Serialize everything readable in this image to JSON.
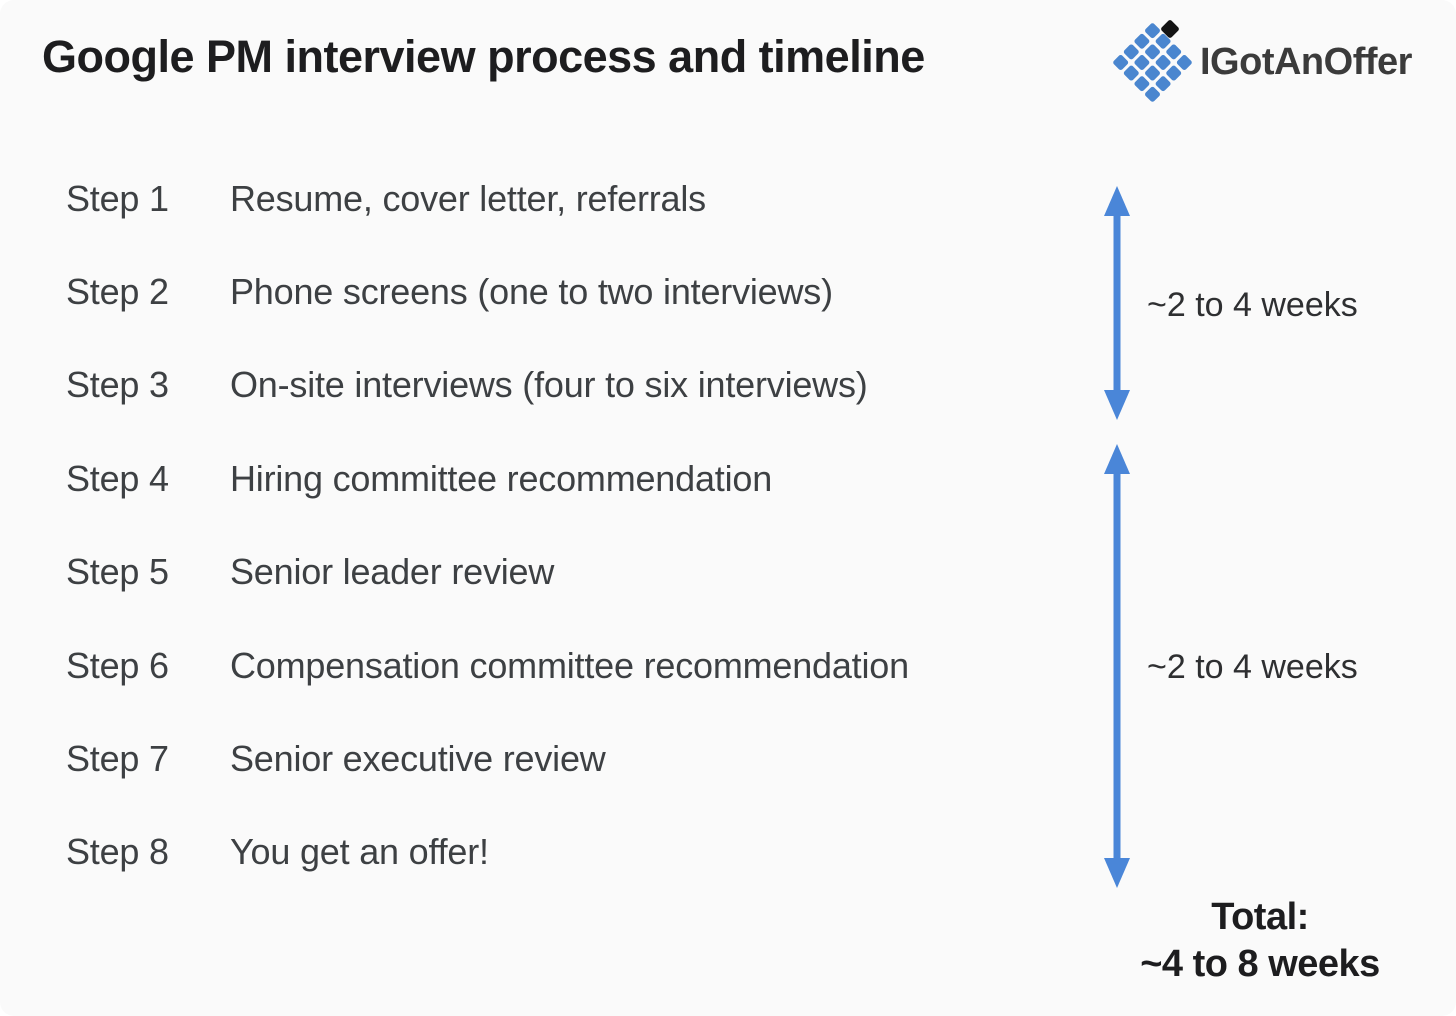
{
  "header": {
    "title": "Google PM interview process and timeline"
  },
  "logo": {
    "brand": "IGotAnOffer",
    "mark": "blue-diamond-grid-icon"
  },
  "steps": [
    {
      "label": "Step 1",
      "description": "Resume, cover letter, referrals"
    },
    {
      "label": "Step 2",
      "description": "Phone screens (one to two interviews)"
    },
    {
      "label": "Step 3",
      "description": "On-site interviews (four to six interviews)"
    },
    {
      "label": "Step 4",
      "description": "Hiring committee recommendation"
    },
    {
      "label": "Step 5",
      "description": "Senior leader review"
    },
    {
      "label": "Step 6",
      "description": "Compensation committee recommendation"
    },
    {
      "label": "Step 7",
      "description": "Senior executive review"
    },
    {
      "label": "Step 8",
      "description": "You get an offer!"
    }
  ],
  "timeline": {
    "phase1": {
      "covers_steps": "1-3",
      "duration": "~2 to 4 weeks"
    },
    "phase2": {
      "covers_steps": "4-8",
      "duration": "~2 to 4 weeks"
    },
    "total_label": "Total:",
    "total_duration": "~4 to 8 weeks"
  },
  "colors": {
    "background": "#fafafa",
    "arrow": "#4a86d8",
    "logo_blue": "#4a86cf",
    "logo_dot": "#141414",
    "title_text": "#1d1d1f",
    "body_text": "#3d4043",
    "total_text": "#1d1d1f",
    "brand_text": "#3b3b3b"
  }
}
